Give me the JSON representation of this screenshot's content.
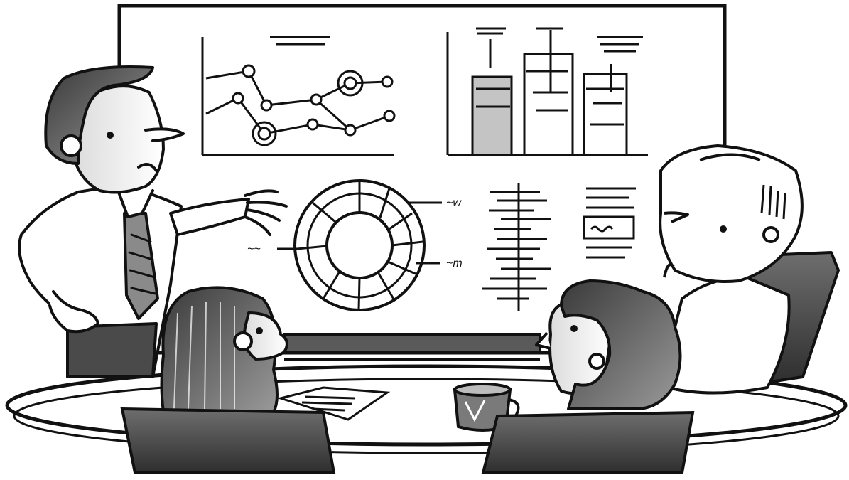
{
  "illustration": {
    "style": "black-and-white cartoon sketch",
    "palette": {
      "ink": "#111111",
      "paper": "#ffffff",
      "shade_dark": "#3a3a3a",
      "shade_mid": "#7a7a7a",
      "shade_light": "#bdbdbd"
    },
    "board_scribbles": [
      "~w",
      "~~",
      "~m"
    ]
  }
}
